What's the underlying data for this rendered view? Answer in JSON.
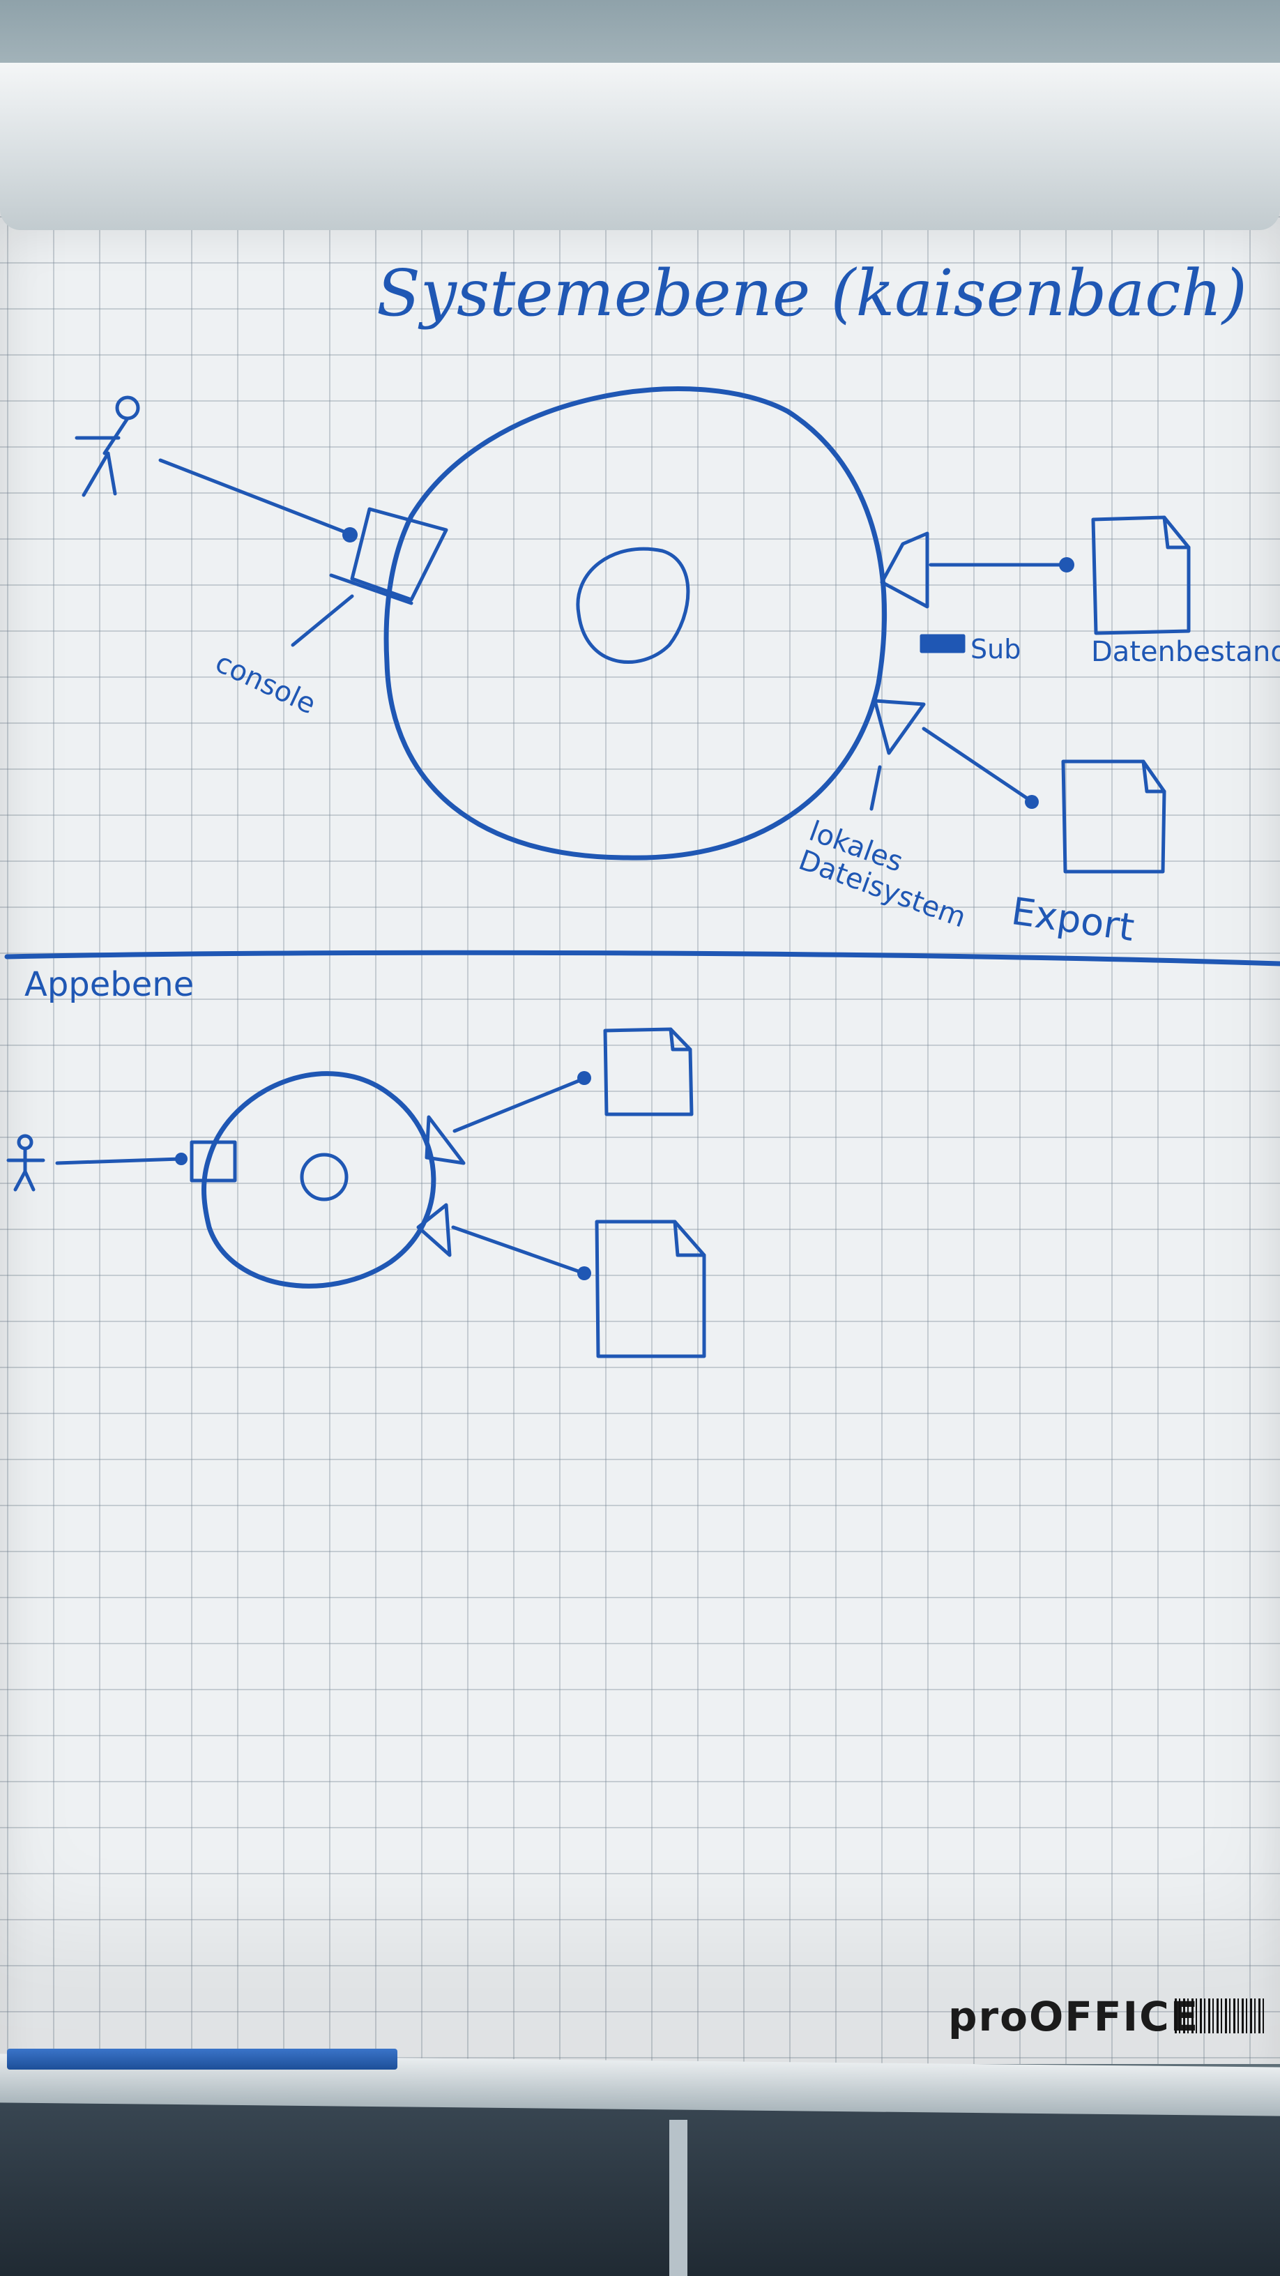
{
  "diagram": {
    "title": "Systemebene (kaisenbach)",
    "labels": {
      "console": "console",
      "sub": "Sub",
      "datenbestand": "Datenbestand",
      "lokales_dateisystem": "lokales Dateisystem",
      "export": "Export",
      "appebene": "Appebene"
    },
    "ink_color": "#1f57b4"
  },
  "branding": {
    "logo_text": "proOFFICE",
    "barcode": "barcode"
  },
  "icons": [
    "stick-figure-icon",
    "document-icon",
    "port-icon",
    "interface-triangle-icon"
  ]
}
